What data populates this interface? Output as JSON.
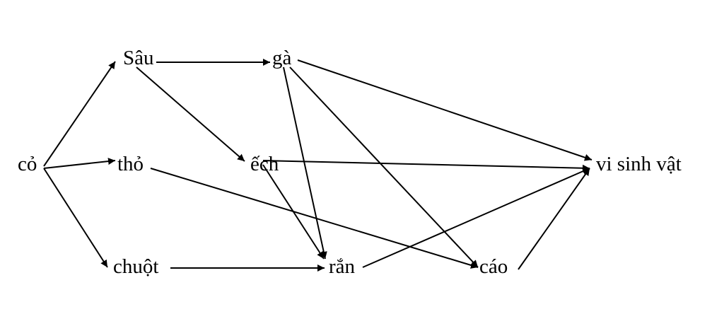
{
  "nodes": [
    {
      "id": "co",
      "label": "cỏ"
    },
    {
      "id": "sau",
      "label": "Sâu"
    },
    {
      "id": "tho",
      "label": "thỏ"
    },
    {
      "id": "chuot",
      "label": "chuột"
    },
    {
      "id": "ga",
      "label": "gà"
    },
    {
      "id": "ech",
      "label": "ếch"
    },
    {
      "id": "ran",
      "label": "rắn"
    },
    {
      "id": "cao",
      "label": "cáo"
    },
    {
      "id": "vsv",
      "label": "vi sinh vật"
    }
  ],
  "edges": [
    {
      "from": "co",
      "to": "sau"
    },
    {
      "from": "co",
      "to": "tho"
    },
    {
      "from": "co",
      "to": "chuot"
    },
    {
      "from": "sau",
      "to": "ga"
    },
    {
      "from": "sau",
      "to": "ech"
    },
    {
      "from": "ga",
      "to": "vsv"
    },
    {
      "from": "ga",
      "to": "ran"
    },
    {
      "from": "ga",
      "to": "cao"
    },
    {
      "from": "ech",
      "to": "vsv"
    },
    {
      "from": "ech",
      "to": "ran"
    },
    {
      "from": "tho",
      "to": "cao"
    },
    {
      "from": "chuot",
      "to": "ran"
    },
    {
      "from": "ran",
      "to": "vsv"
    },
    {
      "from": "cao",
      "to": "vsv"
    }
  ]
}
